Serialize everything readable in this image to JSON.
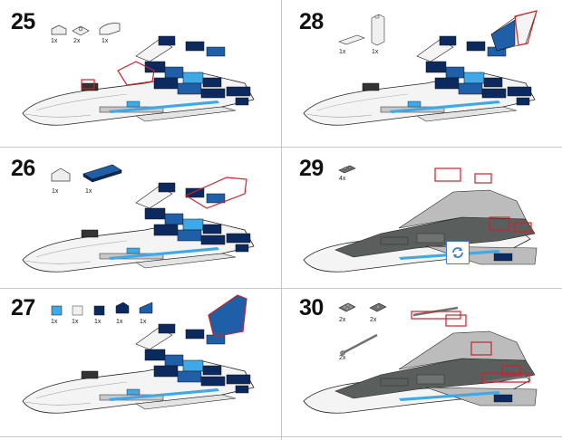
{
  "colors": {
    "dark_blue": "#0d2a5e",
    "medium_blue": "#1f5fa8",
    "light_blue": "#3fa9e8",
    "white_brick": "#f4f4f4",
    "dark_gray": "#5a5e5c",
    "light_gray": "#bcbcbc",
    "highlight_red": "#d0202a",
    "rotate_blue": "#3a7bd5"
  },
  "steps": [
    {
      "number": "25",
      "parts": [
        {
          "qty": "1x",
          "icon": "slope-white-icon"
        },
        {
          "qty": "2x",
          "icon": "plate-clip-white-icon"
        },
        {
          "qty": "1x",
          "icon": "curved-slope-white-icon"
        }
      ]
    },
    {
      "number": "26",
      "parts": [
        {
          "qty": "1x",
          "icon": "slope-white-icon"
        },
        {
          "qty": "1x",
          "icon": "brick-1x4-dark-blue-icon"
        }
      ]
    },
    {
      "number": "27",
      "parts": [
        {
          "qty": "1x",
          "icon": "brick-1x1-light-blue-icon"
        },
        {
          "qty": "1x",
          "icon": "brick-1x1-white-icon"
        },
        {
          "qty": "1x",
          "icon": "brick-1x1-dark-blue-icon"
        },
        {
          "qty": "1x",
          "icon": "slope-dark-blue-icon"
        },
        {
          "qty": "1x",
          "icon": "slope-dark-blue-icon"
        }
      ]
    },
    {
      "number": "28",
      "parts": [
        {
          "qty": "1x",
          "icon": "tile-1x2-white-icon"
        },
        {
          "qty": "1x",
          "icon": "brick-1x1x3-white-icon"
        }
      ]
    },
    {
      "number": "29",
      "parts": [
        {
          "qty": "4x",
          "icon": "plate-1x2-gray-icon"
        }
      ],
      "rotate_icon": "rotate-model-icon"
    },
    {
      "number": "30",
      "parts": [
        {
          "qty": "2x",
          "icon": "plate-2x2-gray-icon"
        },
        {
          "qty": "2x",
          "icon": "plate-clip-gray-icon"
        },
        {
          "qty": "2x",
          "icon": "bar-gray-icon"
        }
      ]
    }
  ]
}
